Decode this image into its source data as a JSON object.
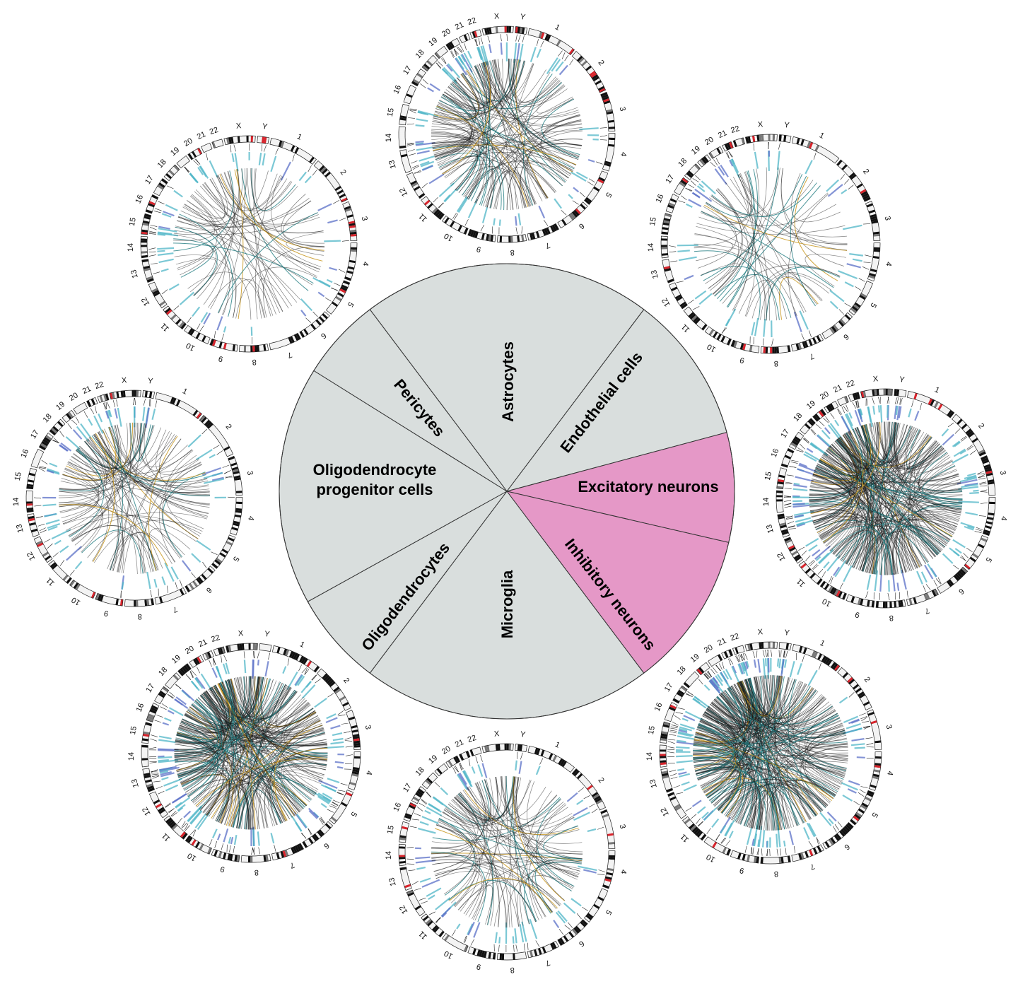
{
  "colors": {
    "background": "#ffffff",
    "wedge_default": "#d9dedd",
    "wedge_highlight": "#e598c7",
    "wedge_stroke": "#333333",
    "chord_main": "#1a1a1a",
    "chord_teal": "#1f7a7f",
    "chord_gold": "#c8961e",
    "gene_label": "#4fb6c7",
    "band_dark": "#111111",
    "band_red": "#d8242c",
    "band_light": "#f3f3f3"
  },
  "center_wheel": {
    "segments": [
      {
        "label": "Astrocytes",
        "highlighted": false
      },
      {
        "label": "Endothelial cells",
        "highlighted": false
      },
      {
        "label": "Excitatory neurons",
        "highlighted": true
      },
      {
        "label": "Inhibitory neurons",
        "highlighted": true
      },
      {
        "label": "Microglia",
        "highlighted": false
      },
      {
        "label": "Oligodendrocytes",
        "highlighted": false
      },
      {
        "label": "Oligodendrocyte progenitor cells",
        "label_lines": [
          "Oligodendrocyte",
          "progenitor cells"
        ],
        "highlighted": false
      },
      {
        "label": "Pericytes",
        "highlighted": false
      }
    ]
  },
  "chromosomes": [
    "1",
    "2",
    "3",
    "4",
    "5",
    "6",
    "7",
    "8",
    "9",
    "10",
    "11",
    "12",
    "13",
    "14",
    "15",
    "16",
    "17",
    "18",
    "19",
    "20",
    "21",
    "22",
    "X",
    "Y"
  ],
  "circos_plots": [
    {
      "cell_type": "Astrocytes",
      "chords": 160
    },
    {
      "cell_type": "Endothelial cells",
      "chords": 60
    },
    {
      "cell_type": "Excitatory neurons",
      "chords": 320
    },
    {
      "cell_type": "Inhibitory neurons",
      "chords": 340
    },
    {
      "cell_type": "Microglia",
      "chords": 110
    },
    {
      "cell_type": "Oligodendrocytes",
      "chords": 300
    },
    {
      "cell_type": "Oligodendrocyte progenitor cells",
      "chords": 110
    },
    {
      "cell_type": "Pericytes",
      "chords": 70
    }
  ]
}
